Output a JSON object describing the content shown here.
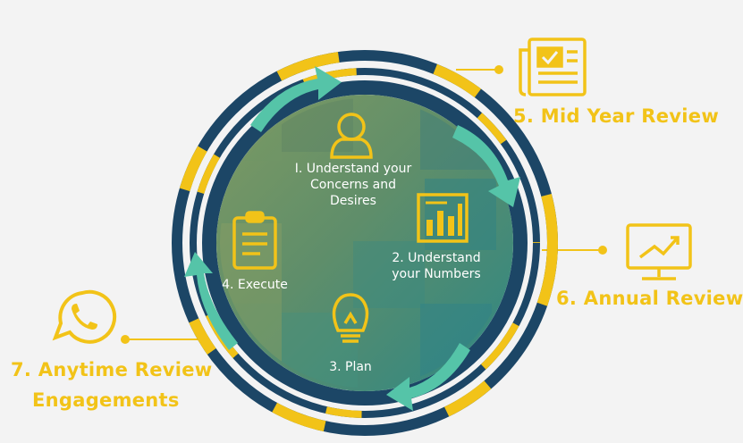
{
  "colors": {
    "navy": "#1c4666",
    "yellow": "#f2c318",
    "teal_arrow": "#55c4a8",
    "inner_green": "#7a9a62",
    "inner_teal": "#2f8a86",
    "background": "#f3f3f3"
  },
  "steps": {
    "understand_concerns": "I. Understand your Concerns and Desires",
    "understand_numbers": "2. Understand your Numbers",
    "plan": "3. Plan",
    "execute": "4. Execute"
  },
  "reviews": {
    "mid_year": "5. Mid Year Review",
    "annual": "6. Annual Review",
    "anytime_line1": "7. Anytime Review",
    "anytime_line2": "Engagements"
  },
  "icons": {
    "person": "person-icon",
    "bar_chart": "bar-chart-icon",
    "lightbulb": "lightbulb-icon",
    "clipboard": "clipboard-icon",
    "newspaper": "newspaper-icon",
    "monitor_chart": "monitor-chart-icon",
    "whatsapp": "whatsapp-icon"
  }
}
